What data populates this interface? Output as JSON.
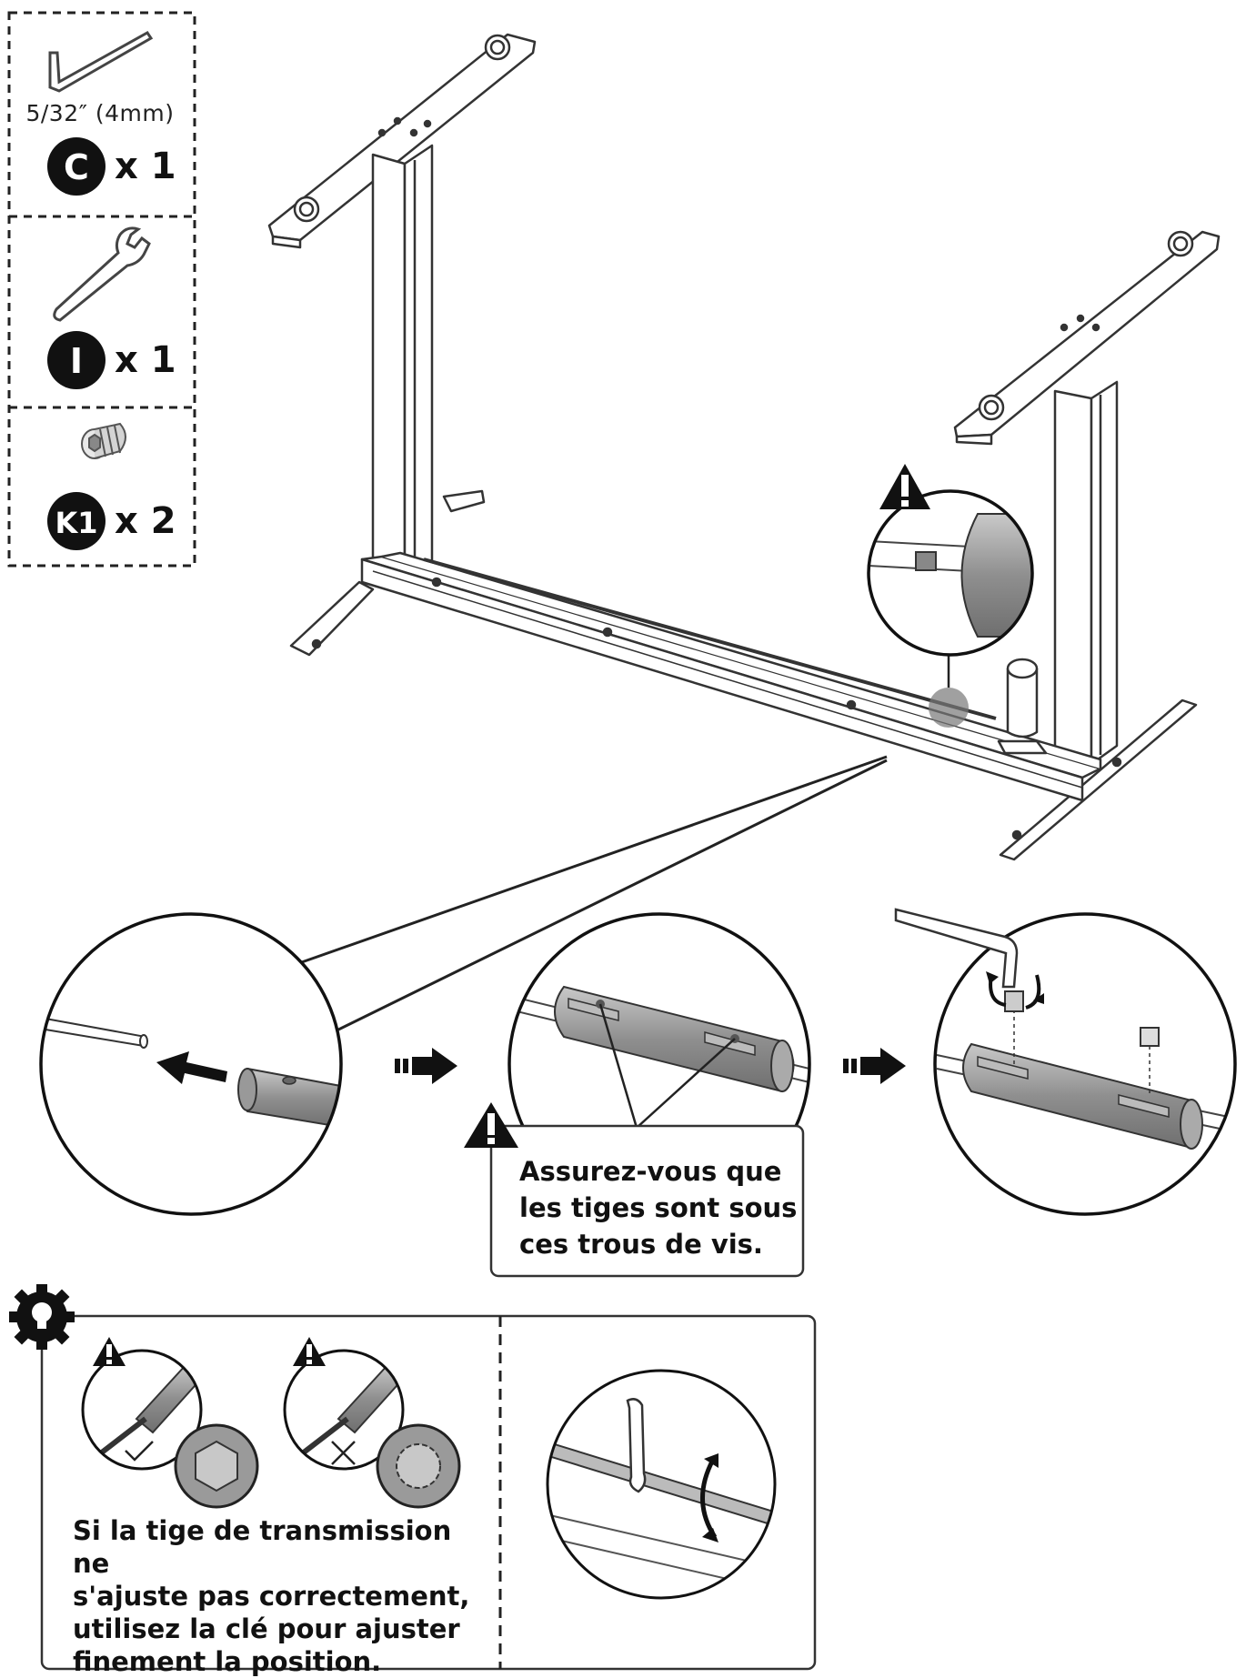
{
  "parts": [
    {
      "size": "5/32″ (4mm)",
      "letter": "C",
      "qty": "x 1",
      "icon": "allen-key-icon"
    },
    {
      "letter": "I",
      "qty": "x 1",
      "icon": "open-wrench-icon"
    },
    {
      "letter": "K1",
      "qty": "x 2",
      "icon": "set-screw-icon"
    }
  ],
  "steps": {
    "warning_text": "Assurez-vous que\nles tiges sont sous\nces trous de vis."
  },
  "tip": {
    "text": "Si la tige de transmission ne\ns'ajuste pas correctement,\nutilisez la clé pour ajuster\nfinement la position.",
    "icon": "gear-lightbulb-icon"
  },
  "colors": {
    "ink": "#111111",
    "gray_part": "#9a9a9a"
  }
}
